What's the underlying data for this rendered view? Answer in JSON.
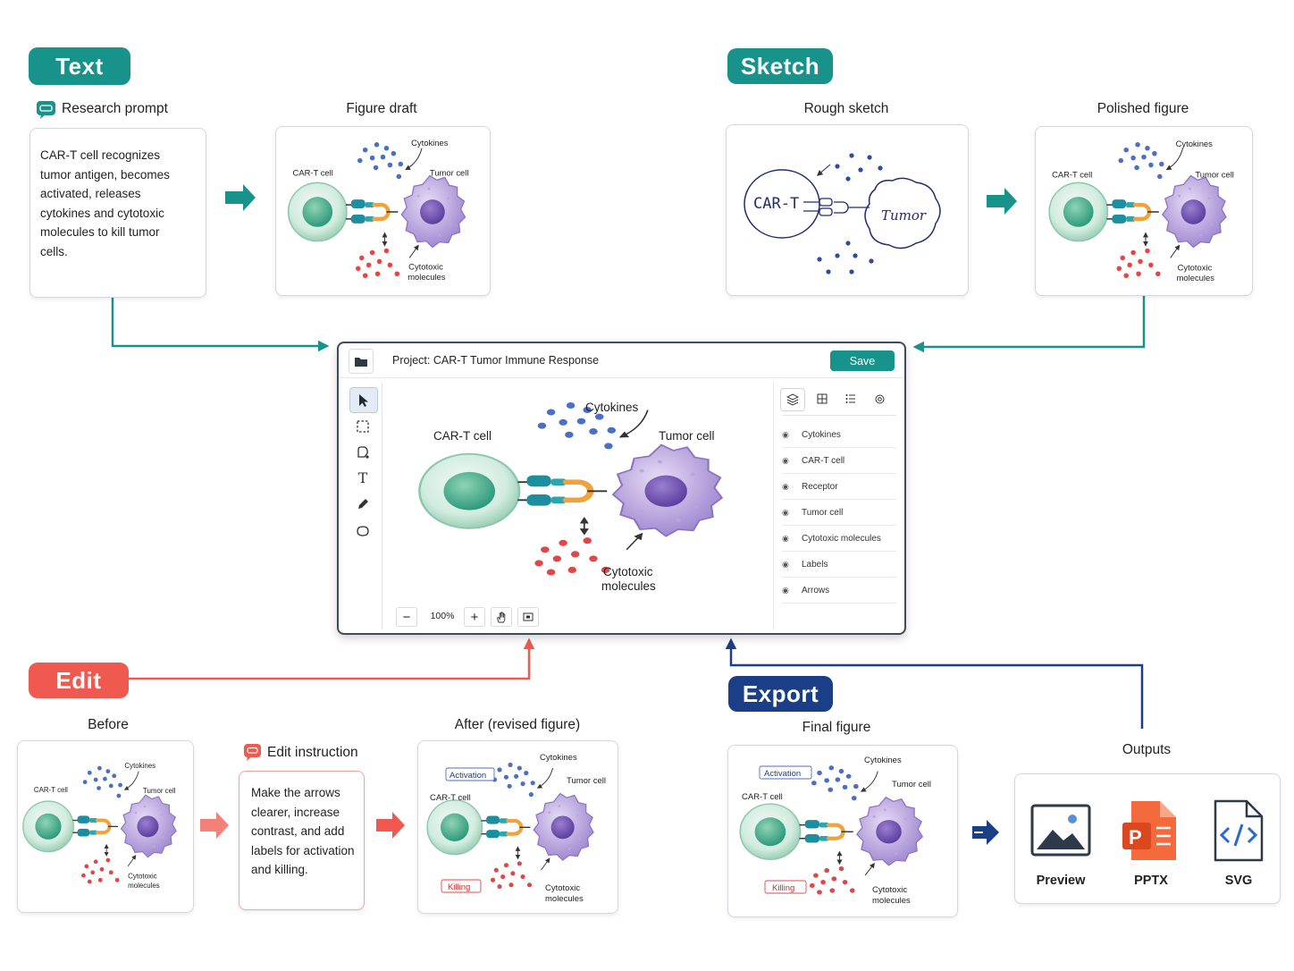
{
  "sections": {
    "text": "Text",
    "sketch": "Sketch",
    "edit": "Edit",
    "export": "Export"
  },
  "text_section": {
    "prompt_title": "Research prompt",
    "prompt_lines": [
      "CAR-T cell recognizes",
      "tumor antigen, becomes",
      "activated, releases",
      "cytokines and cytotoxic",
      "molecules to kill tumor",
      "cells."
    ],
    "draft_title": "Figure draft"
  },
  "sketch_section": {
    "rough_title": "Rough sketch",
    "polished_title": "Polished figure",
    "sketch_cart": "CAR-T",
    "sketch_tumor": "Tumor"
  },
  "figure_labels": {
    "cart": "CAR-T cell",
    "tumor": "Tumor cell",
    "cytokines": "Cytokines",
    "cytotoxic_1": "Cytotoxic",
    "cytotoxic_2": "molecules",
    "activation": "Activation",
    "killing": "Killing"
  },
  "editor": {
    "project_title": "Project: CAR-T Tumor Immune Response",
    "save_label": "Save",
    "zoom": "100%",
    "layers": [
      "Cytokines",
      "CAR-T cell",
      "Receptor",
      "Tumor cell",
      "Cytotoxic molecules",
      "Labels",
      "Arrows"
    ]
  },
  "edit_section": {
    "before_title": "Before",
    "instruction_title": "Edit instruction",
    "instruction_lines": [
      "Make the arrows",
      "clearer, increase",
      "contrast, and add",
      "labels for activation",
      "and killing."
    ],
    "after_title": "After (revised figure)"
  },
  "export_section": {
    "final_title": "Final figure",
    "outputs_title": "Outputs",
    "outputs": [
      "Preview",
      "PPTX",
      "SVG"
    ]
  },
  "colors": {
    "teal": "#17938c",
    "red": "#f0594f",
    "navy": "#1b3f86",
    "cart_cell": "#7fc6a8",
    "tumor_cell": "#a48fd0",
    "cytokine": "#4a6fc4",
    "cytotoxic": "#e04848"
  }
}
